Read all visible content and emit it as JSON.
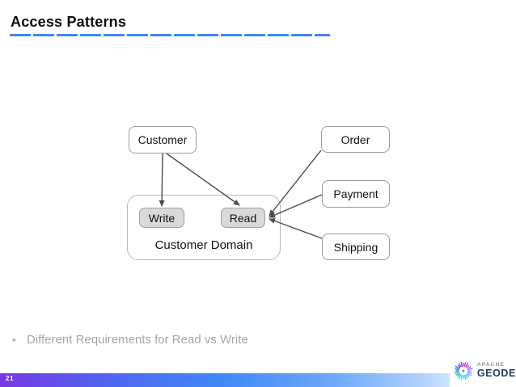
{
  "slide": {
    "title": "Access Patterns",
    "bullet_marker": "•",
    "bullet_text": "Different Requirements for Read vs Write"
  },
  "diagram": {
    "customer_label": "Customer",
    "order_label": "Order",
    "payment_label": "Payment",
    "shipping_label": "Shipping",
    "write_label": "Write",
    "read_label": "Read",
    "domain_label": "Customer Domain"
  },
  "footer": {
    "page_number": "21",
    "logo_top": "APACHE",
    "logo_bottom": "GEODE"
  },
  "colors": {
    "title_underline_blue": "#4285f4",
    "bullet_text_gray": "#a6a6a6",
    "arrow_gray": "#4d4d4d",
    "node_fill_gray": "#d9d9d9",
    "footer_gradient_left_purple": "#7a36e3",
    "footer_gradient_mid_blue": "#3e87f7",
    "logo_navy": "#1e3a5f",
    "logo_gray": "#858d99",
    "starburst_palette": [
      "#c026d3",
      "#a855f7",
      "#818cf8",
      "#38bdf8",
      "#22d3ee",
      "#14b8a6",
      "#2563eb",
      "#7c3aed"
    ]
  }
}
